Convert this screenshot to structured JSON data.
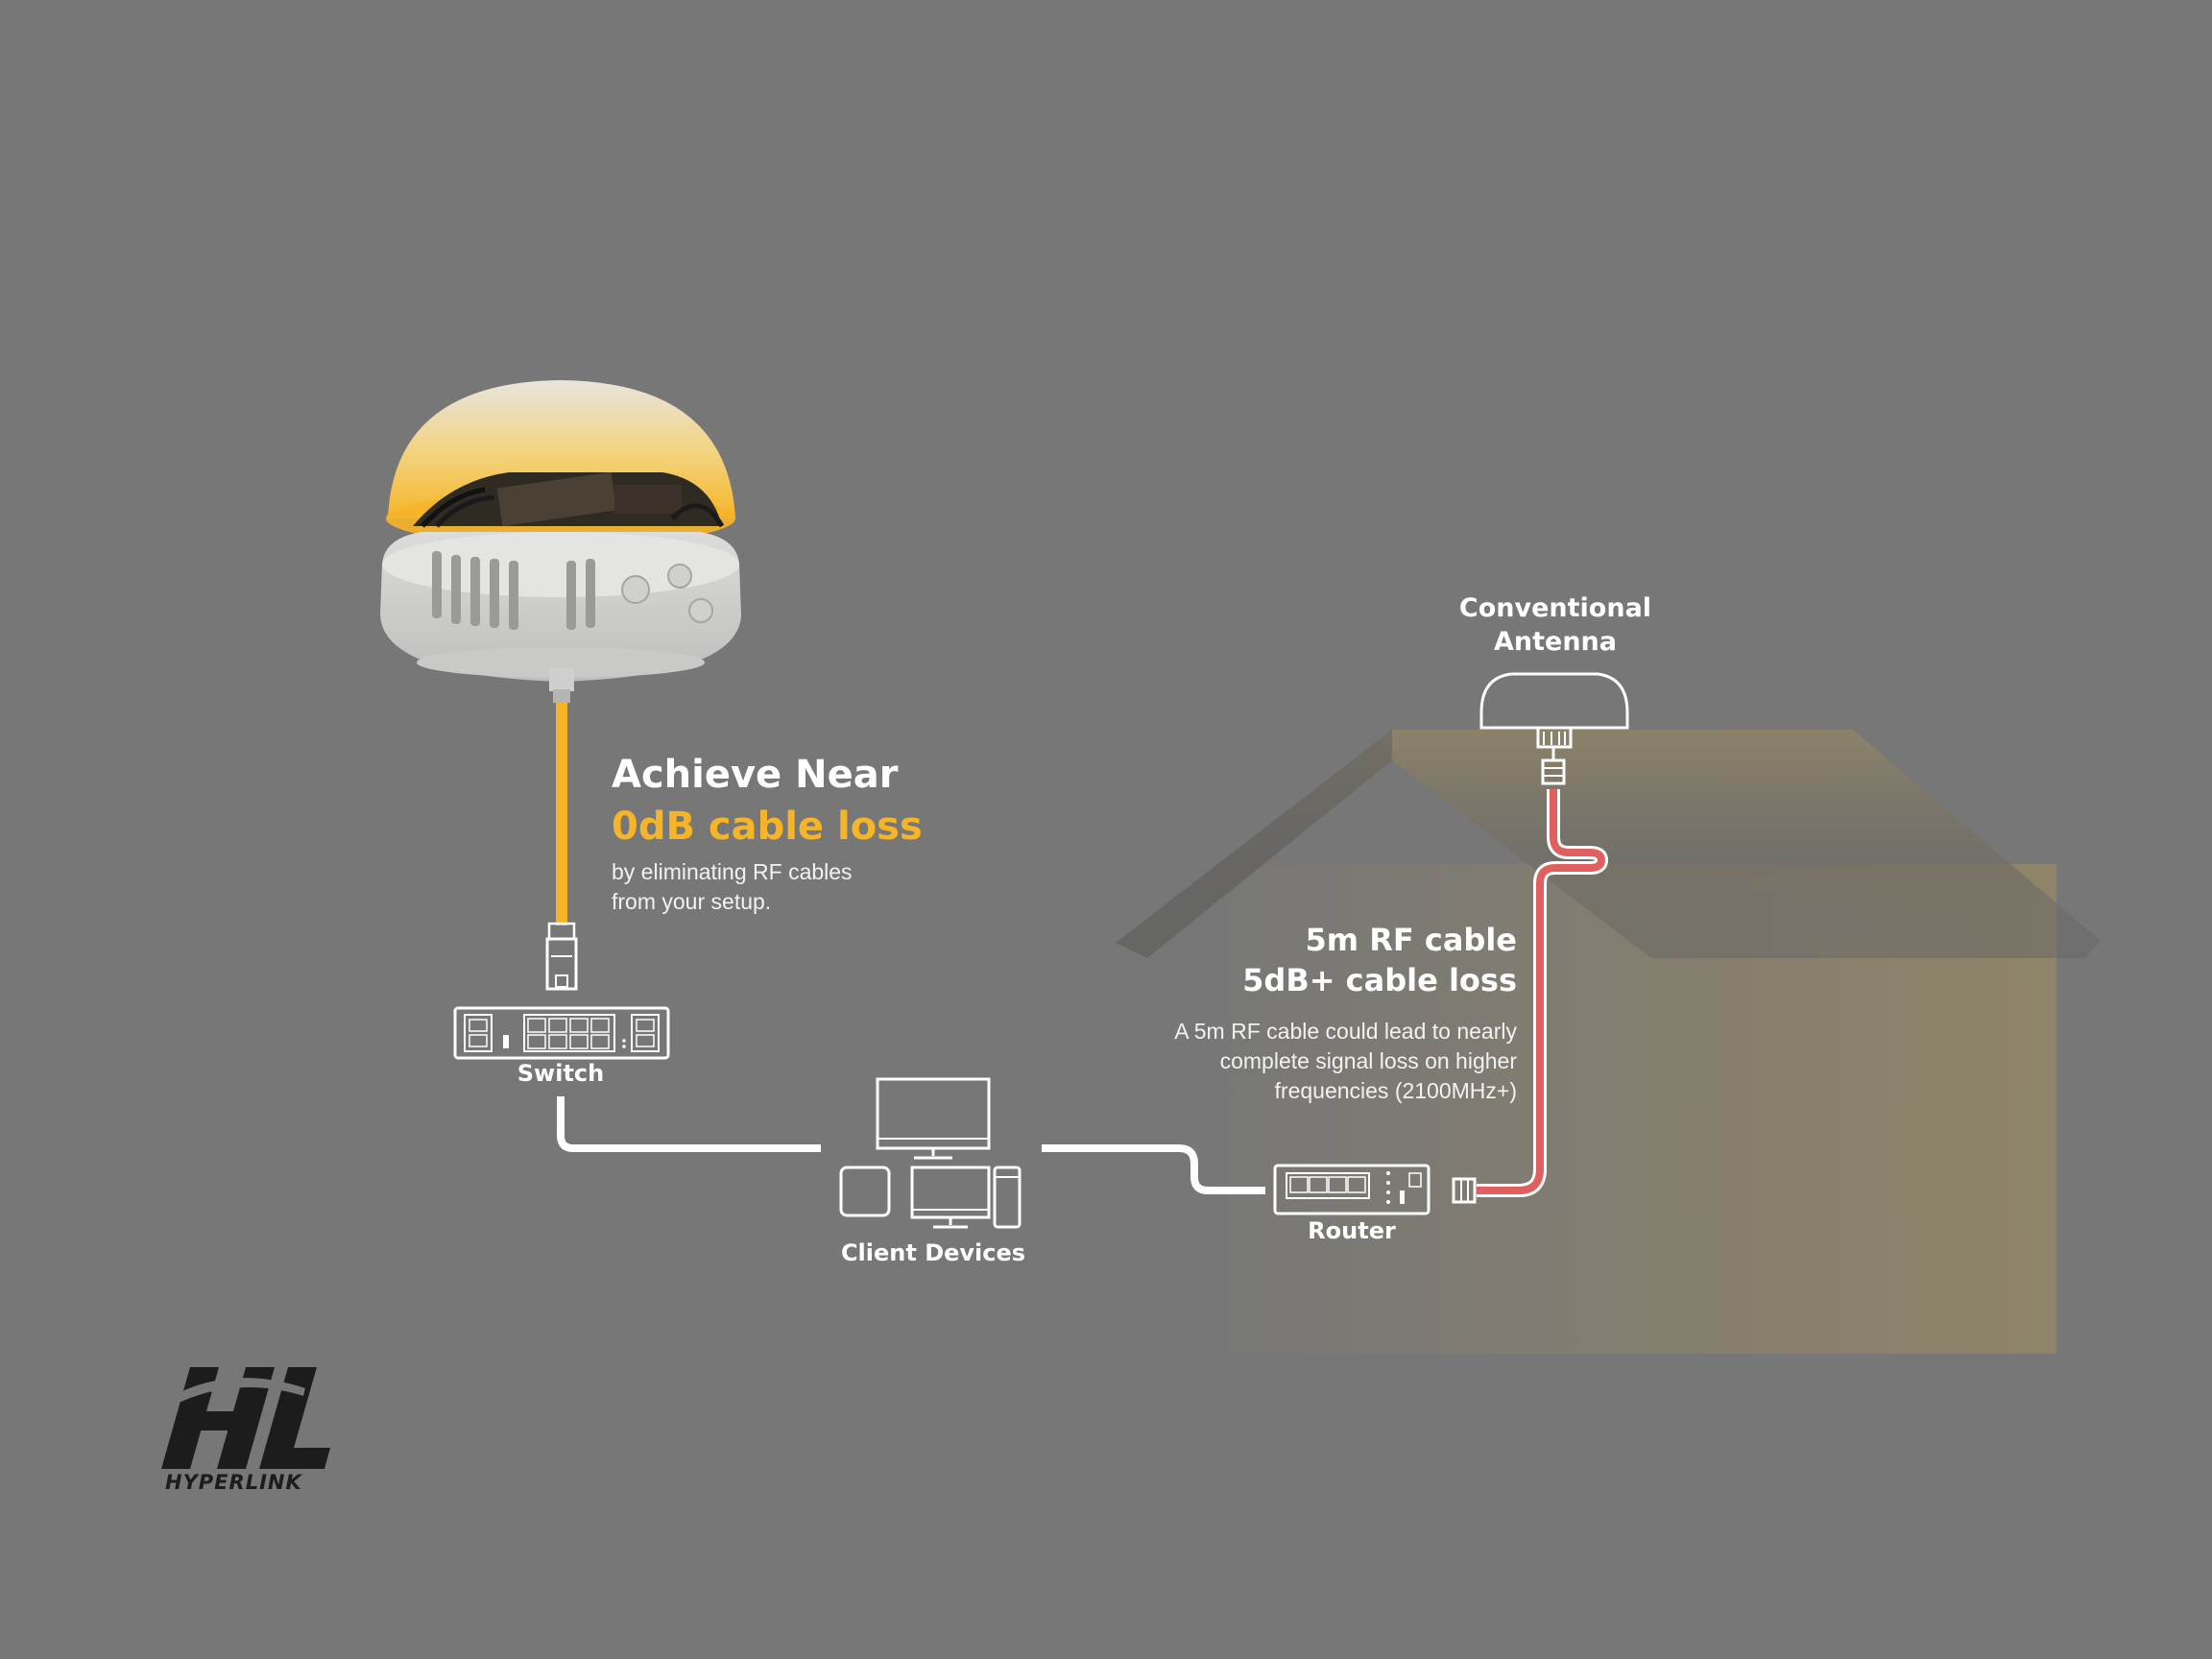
{
  "colors": {
    "background": "#777777",
    "accent": "#F6B529",
    "rf_cable": "#E06060",
    "house_tint": "#8F8468",
    "line": "#FFFFFF"
  },
  "hero": {
    "line1": "Achieve Near",
    "line2": "0dB cable loss",
    "desc1": "by eliminating RF cables",
    "desc2": "from your setup."
  },
  "rf": {
    "line1": "5m RF cable",
    "line2": "5dB+ cable loss",
    "desc1": "A 5m RF cable could lead to nearly",
    "desc2": "complete signal loss on higher",
    "desc3": "frequencies (2100MHz+)"
  },
  "labels": {
    "switch": "Switch",
    "client_devices": "Client Devices",
    "router": "Router",
    "antenna_line1": "Conventional",
    "antenna_line2": "Antenna"
  },
  "logo": {
    "monogram": "HL",
    "wordmark": "HYPERLINK"
  },
  "icons": {
    "device": "integrated-antenna-router-device",
    "antenna": "puck-antenna-icon",
    "switch": "network-switch-icon",
    "router": "router-icon",
    "clients": "client-devices-icon"
  }
}
